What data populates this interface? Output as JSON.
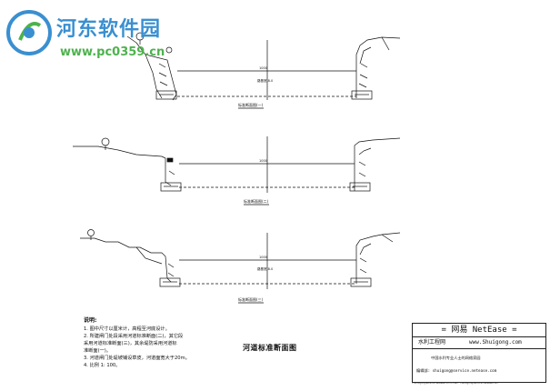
{
  "watermark": {
    "title": "河东软件园",
    "url": "www.pc0359.cn"
  },
  "sections": [
    {
      "label": "标准断面图(一)",
      "dim_top": "1000",
      "dim_bottom": "路基宽 8.0"
    },
    {
      "label": "标准断面图(二)",
      "dim_top": "1000",
      "dim_bottom": ""
    },
    {
      "label": "标准断面图(三)",
      "dim_top": "1000",
      "dim_bottom": "路基宽 8.0"
    }
  ],
  "notes": {
    "header": "说明:",
    "lines": [
      "1. 图中尺寸以厘米计，高程至河底设计。",
      "2. 所建闸门处段采用河道标准断面(二)，其它段",
      "   采用河道标准断面(三)，其余堤防采用河道标",
      "   准断面(一)。",
      "3. 河道闸门处堤坡铺设草皮，河道面宽大于20m。",
      "4. 比例 1: 100。"
    ]
  },
  "drawing_title": "河道标准断面图",
  "title_block": {
    "brand": "= 网易 NetEase =",
    "site_name": "水利工程网",
    "site_url": "www.Shuigong.com",
    "tagline": "中国水利专业人士的网络家园",
    "email_label": "编辑部:",
    "email": "shuigong@service.netease.com",
    "bottom_text": "Y:\\shuigong\\service.netease.com   Email: Y:\\shuigong\\service.netease.com"
  }
}
